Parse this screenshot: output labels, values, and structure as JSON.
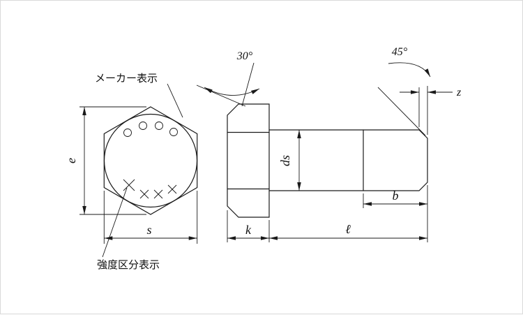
{
  "page": {
    "background": "#ffffff",
    "line_color": "#1a1a1a"
  },
  "front_view": {
    "maker_label": "メーカー表示",
    "strength_label": "強度区分表示",
    "dim_e": "e",
    "dim_s": "s",
    "maker_marks": 4,
    "strength_marks": 4
  },
  "side_view": {
    "head_angle": "30°",
    "tip_angle": "45°",
    "dim_ds": "ds",
    "dim_b": "b",
    "dim_k": "k",
    "dim_length": "ℓ",
    "dim_z": "z"
  }
}
